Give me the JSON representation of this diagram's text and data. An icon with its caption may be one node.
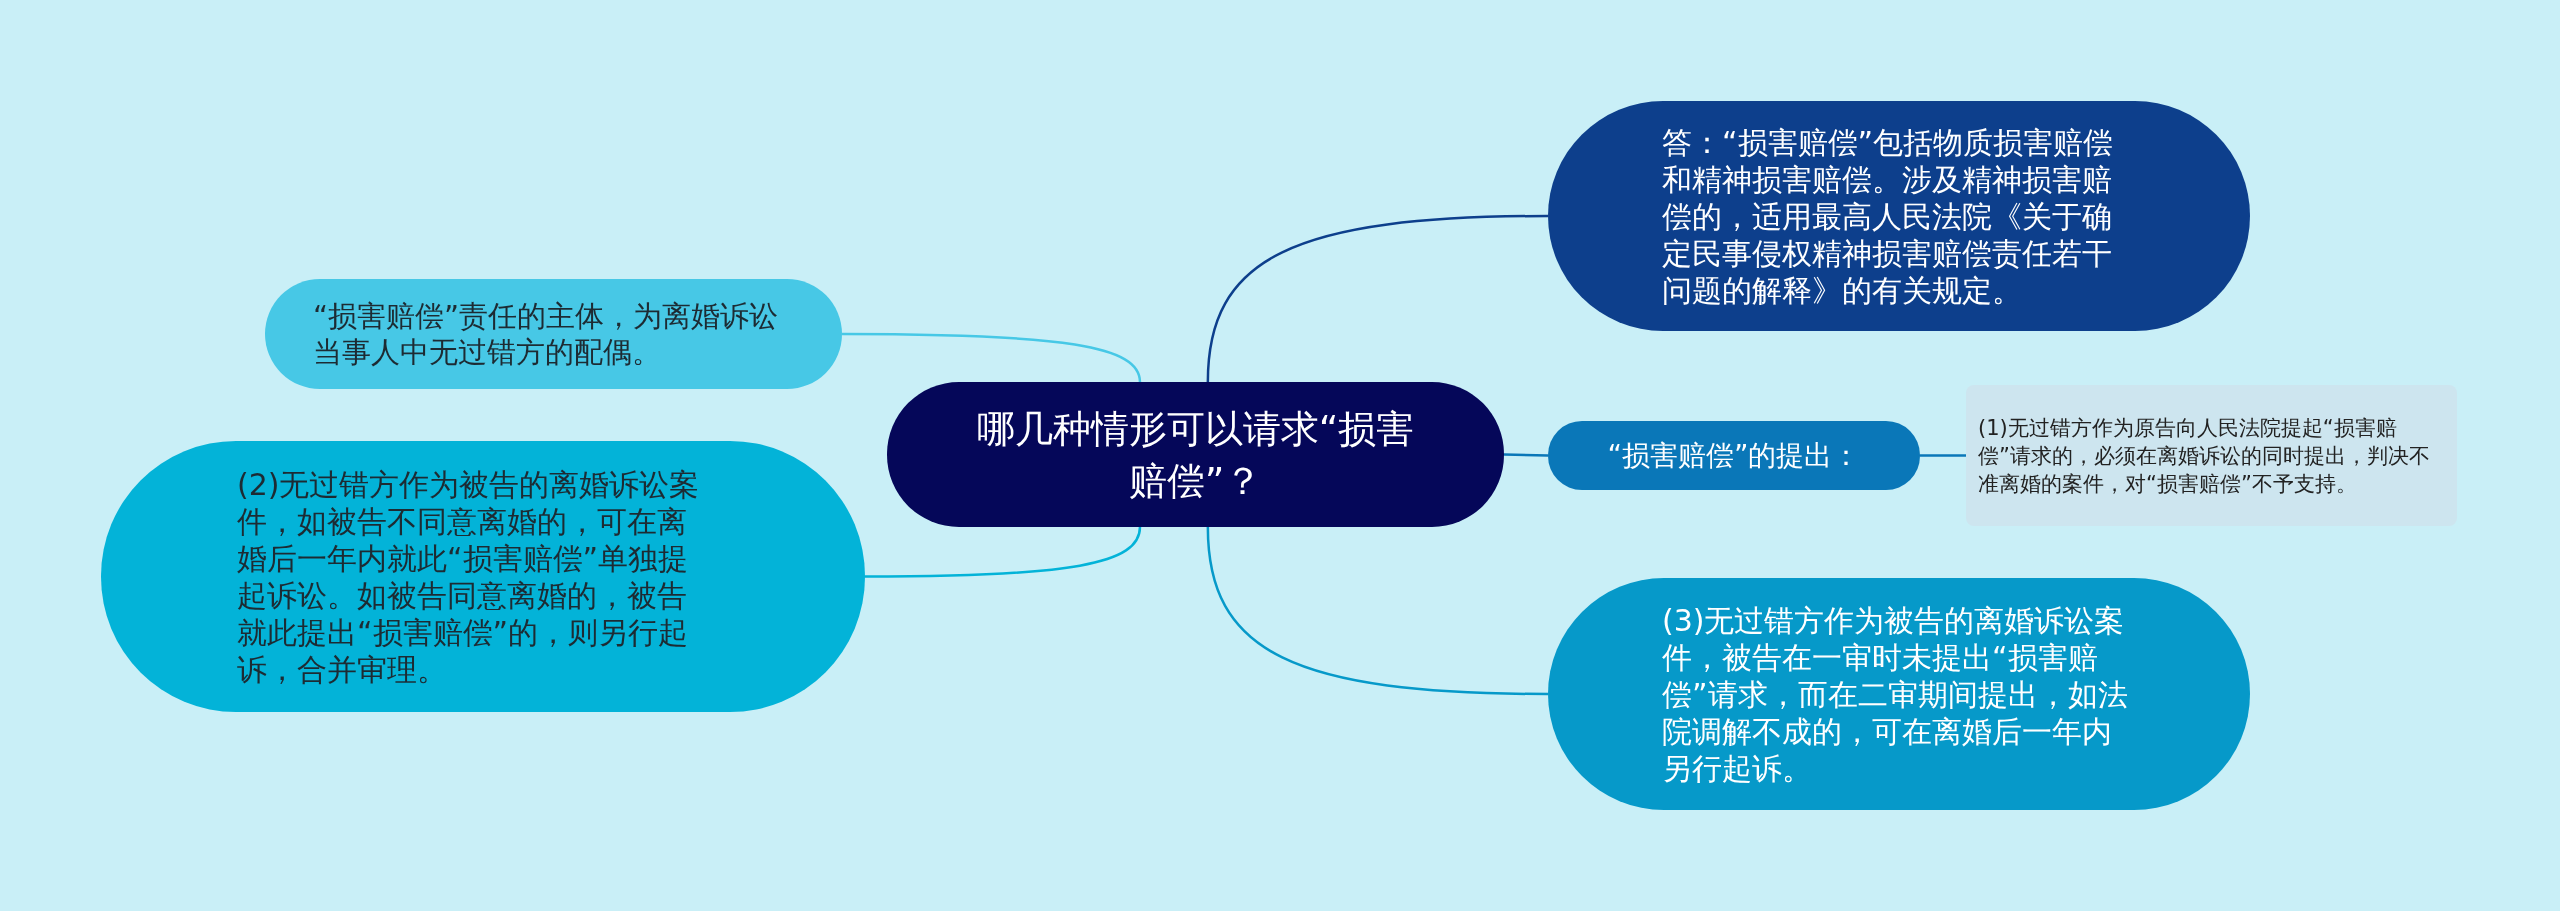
{
  "diagram": {
    "nodes": [
      {
        "text": [
          "哪几种情形可以请求“损害赔偿”？"
        ]
      },
      {
        "text": [
          "答：“损害赔偿”包括物质损害赔偿和精神损害赔偿。涉及精神损害赔偿的，适用最高人民法院《关于确定民事侵权精神损害赔偿责任若干问题的解释》的有关规定。"
        ]
      },
      {
        "text": [
          "“损害赔偿”的提出："
        ]
      },
      {
        "text": [
          "(1)无过错方作为原告向人民法院提起“损害赔偿”请求的，必须在离婚诉讼的同时提出，判决不准离婚的案件，对“损害赔偿”不予支持。"
        ]
      },
      {
        "text": [
          "(3)无过错方作为被告的离婚诉讼案件，被告在一审时未提出“损害赔偿”请求，而在二审期间提出，如法院调解不成的，可在离婚后一年内另行起诉。"
        ]
      },
      {
        "text": [
          "“损害赔偿”责任的主体，为离婚诉讼当事人中无过错方的配偶。"
        ]
      },
      {
        "text": [
          "(2)无过错方作为被告的离婚诉讼案件，如被告不同意离婚的，可在离婚后一年内就此“损害赔偿”单独提起诉讼。如被告同意离婚的，被告就此提出“损害赔偿”的，则另行起诉，合并审理。"
        ]
      }
    ],
    "edges": [
      {
        "from": 0,
        "to": 1,
        "arrow": "none",
        "color": "#0d3f8c"
      },
      {
        "from": 0,
        "to": 2,
        "arrow": "none",
        "color": "#0a77b8"
      },
      {
        "from": 2,
        "to": 3,
        "arrow": "none",
        "color": "#0a77b8"
      },
      {
        "from": 0,
        "to": 4,
        "arrow": "none",
        "color": "#0699c9"
      },
      {
        "from": 0,
        "to": 5,
        "arrow": "none",
        "color": "#47c8e6"
      },
      {
        "from": 0,
        "to": 6,
        "arrow": "none",
        "color": "#03b3d8"
      }
    ]
  }
}
